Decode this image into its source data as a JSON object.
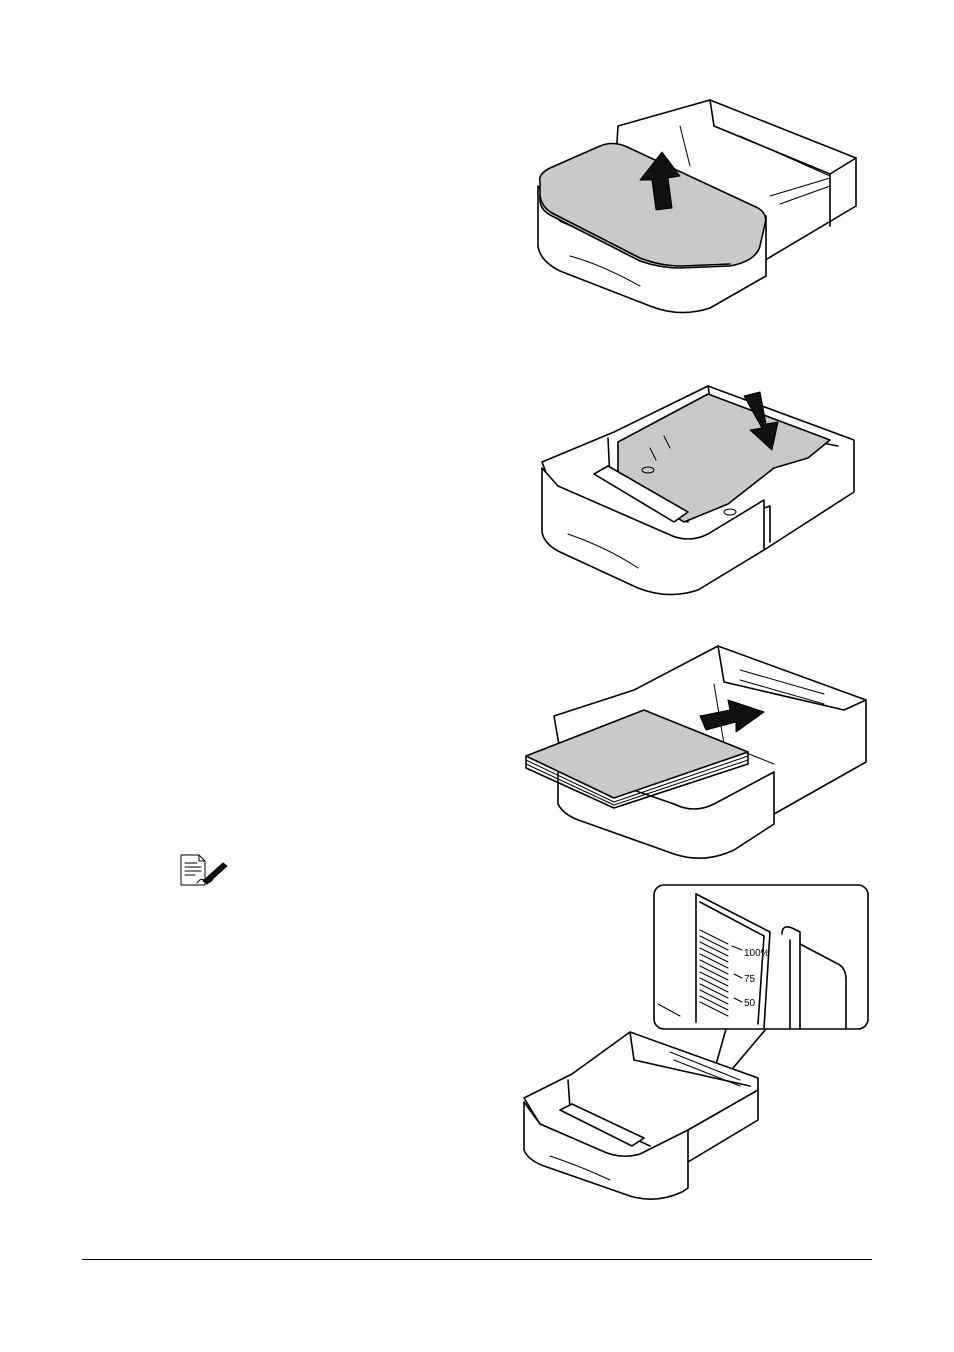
{
  "scale_labels": [
    "100%",
    "75",
    "50"
  ],
  "note_icon": "note-pencil-icon"
}
